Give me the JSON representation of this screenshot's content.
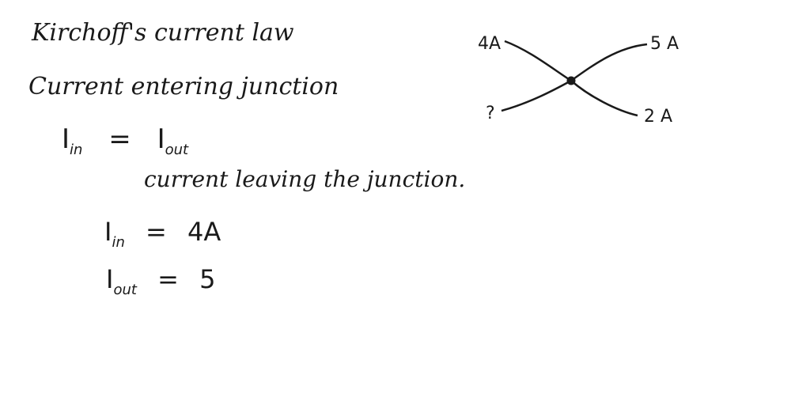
{
  "notes": {
    "title": "Kirchoff's current law",
    "line_entering": "Current entering junction",
    "eq1": {
      "left": "I",
      "left_sub": "in",
      "sign": "=",
      "right": "I",
      "right_sub": "out"
    },
    "line_leaving": "current leaving the junction.",
    "eq2": {
      "var": "I",
      "sub": "in",
      "sign": "=",
      "value": "4A"
    },
    "eq3": {
      "var": "I",
      "sub": "out",
      "sign": "=",
      "value": "5"
    }
  },
  "diagram": {
    "labels": {
      "top_left": "4A",
      "top_right": "5 A",
      "bottom_left": "?",
      "bottom_right": "2 A"
    }
  }
}
